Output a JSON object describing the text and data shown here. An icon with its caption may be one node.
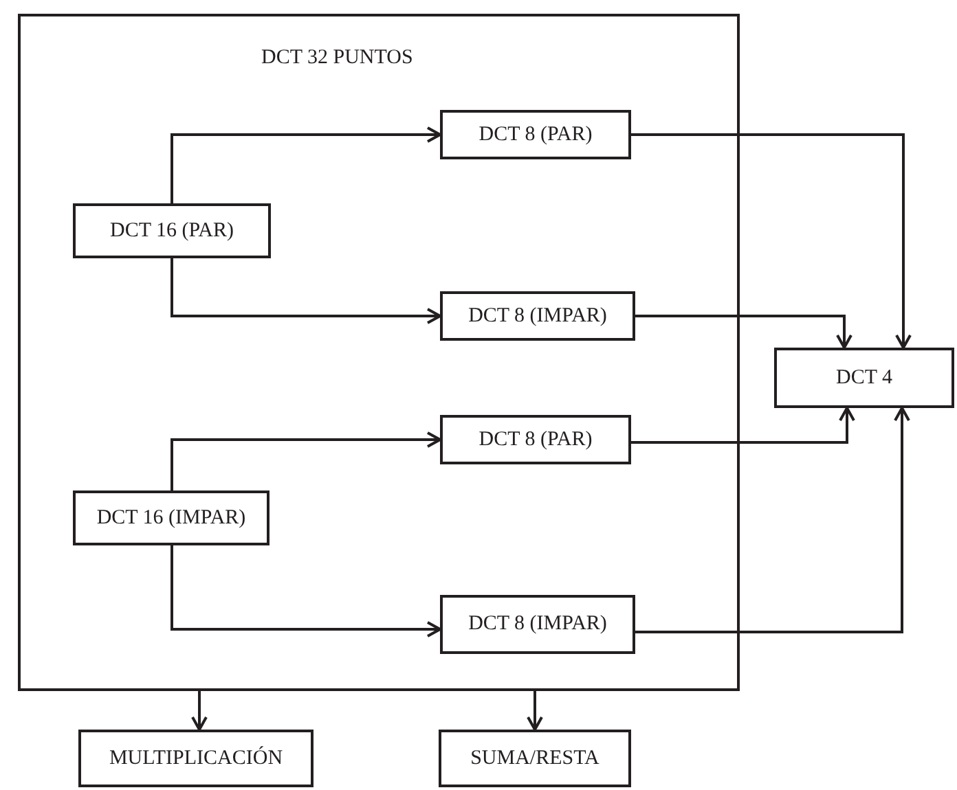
{
  "diagram": {
    "nodes": [
      {
        "text": [
          "DCT 32 PUNTOS"
        ]
      },
      {
        "text": [
          "DCT 16 (PAR)"
        ],
        "in": 0
      },
      {
        "text": [
          "DCT 8 (PAR)"
        ],
        "in": 0
      },
      {
        "text": [
          "DCT 8 (IMPAR)"
        ],
        "in": 0
      },
      {
        "text": [
          "DCT 16 (IMPAR)"
        ],
        "in": 0
      },
      {
        "text": [
          "DCT 8 (PAR)"
        ],
        "in": 0
      },
      {
        "text": [
          "DCT 8 (IMPAR)"
        ],
        "in": 0
      },
      {
        "text": [
          "DCT 4"
        ]
      },
      {
        "text": [
          "MULTIPLICACIÓN"
        ]
      },
      {
        "text": [
          "SUMA/RESTA"
        ]
      }
    ],
    "edges": [
      {
        "from": 1,
        "to": 2,
        "arrow": "to"
      },
      {
        "from": 1,
        "to": 3,
        "arrow": "to"
      },
      {
        "from": 4,
        "to": 5,
        "arrow": "to"
      },
      {
        "from": 4,
        "to": 6,
        "arrow": "to"
      },
      {
        "from": 2,
        "to": 7,
        "arrow": "to"
      },
      {
        "from": 3,
        "to": 7,
        "arrow": "to"
      },
      {
        "from": 5,
        "to": 7,
        "arrow": "to"
      },
      {
        "from": 6,
        "to": 7,
        "arrow": "to"
      },
      {
        "from": 0,
        "to": 8,
        "arrow": "to"
      },
      {
        "from": 0,
        "to": 9,
        "arrow": "to"
      }
    ]
  }
}
